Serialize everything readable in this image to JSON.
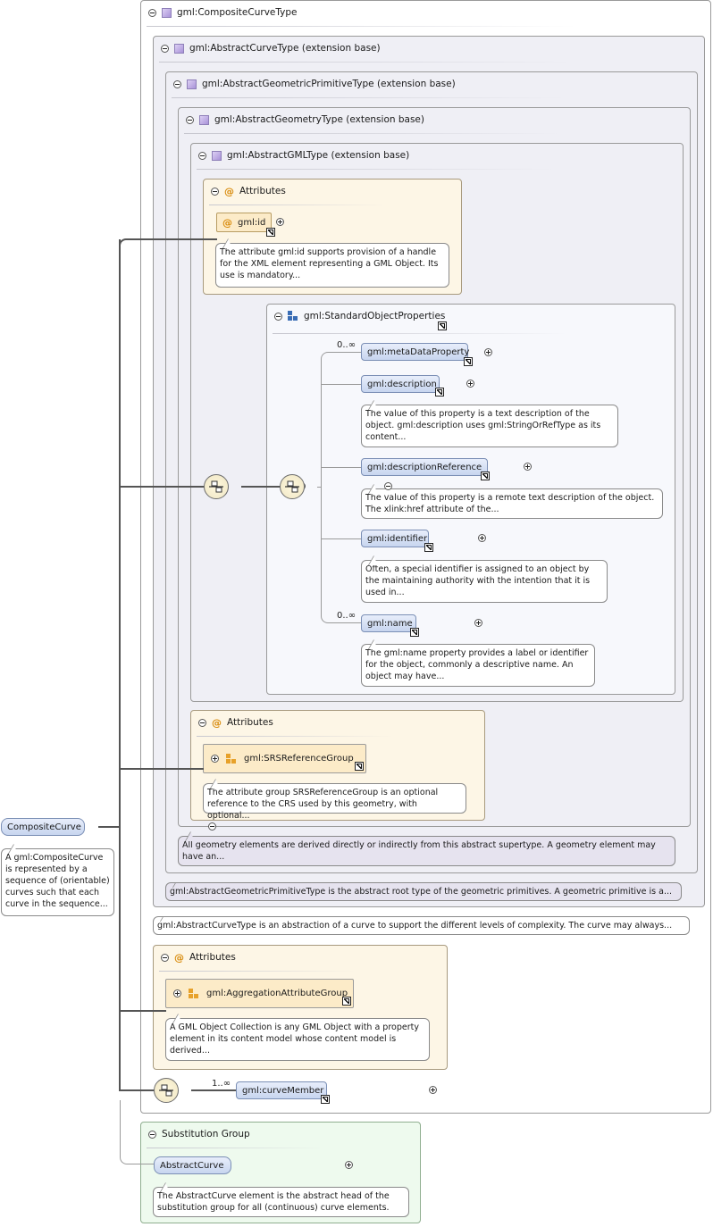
{
  "root": {
    "name": "CompositeCurve",
    "doc": "A gml:CompositeCurve is represented by a sequence of (orientable) curves such that each curve in the sequence..."
  },
  "types": {
    "composite": "gml:CompositeCurveType",
    "abstract_curve": "gml:AbstractCurveType (extension base)",
    "abstract_geom_primitive": "gml:AbstractGeometricPrimitiveType (extension base)",
    "abstract_geometry": "gml:AbstractGeometryType (extension base)",
    "abstract_gml": "gml:AbstractGMLType (extension base)"
  },
  "attributes_label": "Attributes",
  "gml_id": {
    "name": "gml:id",
    "doc": "The attribute gml:id supports provision of a handle for the XML element representing a GML Object. Its use is mandatory..."
  },
  "std_props": {
    "name": "gml:StandardObjectProperties",
    "elements": [
      {
        "name": "gml:metaDataProperty",
        "occurs": "0..∞",
        "doc": ""
      },
      {
        "name": "gml:description",
        "occurs": "",
        "doc": "The value of this property is a text description of the object. gml:description uses gml:StringOrRefType as its content..."
      },
      {
        "name": "gml:descriptionReference",
        "occurs": "",
        "doc": "The value of this property is a remote text description of the object. The xlink:href attribute of the..."
      },
      {
        "name": "gml:identifier",
        "occurs": "",
        "doc": "Often, a special identifier is assigned to an object by the maintaining authority with the intention that it is used in..."
      },
      {
        "name": "gml:name",
        "occurs": "0..∞",
        "doc": "The gml:name property provides a label or identifier for the object, commonly a descriptive name. An object may have..."
      }
    ]
  },
  "srs_group": {
    "name": "gml:SRSReferenceGroup",
    "doc": "The attribute group SRSReferenceGroup is an optional reference to the CRS used by this geometry, with optional..."
  },
  "geometry_doc": "All geometry elements are derived directly or indirectly from this abstract supertype. A geometry element may have an...",
  "primitive_doc": "gml:AbstractGeometricPrimitiveType is the abstract root type of the geometric primitives. A geometric primitive is a...",
  "curve_doc": "gml:AbstractCurveType is an abstraction of a curve to support the different levels of complexity. The curve may always...",
  "aggregation_group": {
    "name": "gml:AggregationAttributeGroup",
    "doc": "A GML Object Collection is any GML Object with a property element in its content model whose content model is derived..."
  },
  "curve_member": {
    "name": "gml:curveMember",
    "occurs": "1..∞"
  },
  "substitution": {
    "label": "Substitution Group",
    "element": "AbstractCurve",
    "doc": "The AbstractCurve element is the abstract head of the substitution group for all (continuous) curve elements."
  }
}
